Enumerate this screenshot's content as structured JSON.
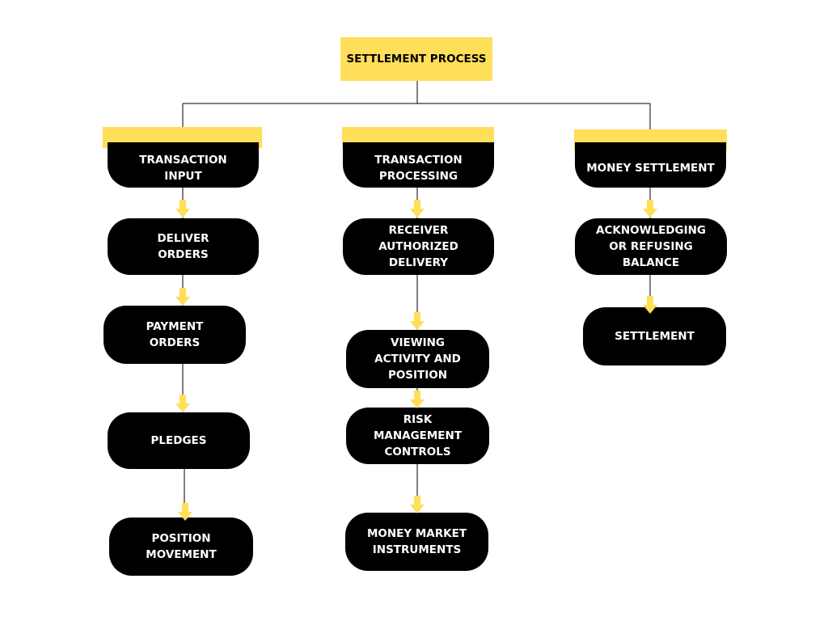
{
  "root": {
    "label": "SETTLEMENT PROCESS"
  },
  "columns": [
    {
      "header": "TRANSACTION INPUT",
      "steps": [
        "DELIVER ORDERS",
        "PAYMENT ORDERS",
        "PLEDGES",
        "POSITION MOVEMENT"
      ]
    },
    {
      "header": "TRANSACTION PROCESSING",
      "steps": [
        "RECEIVER AUTHORIZED DELIVERY",
        "VIEWING ACTIVITY AND POSITION",
        "RISK MANAGEMENT CONTROLS",
        "MONEY MARKET INSTRUMENTS"
      ]
    },
    {
      "header": "MONEY SETTLEMENT",
      "steps": [
        "ACKNOWLEDGING OR REFUSING BALANCE",
        "SETTLEMENT"
      ]
    }
  ],
  "colors": {
    "accent": "#FFDE59",
    "node": "#000000",
    "text": "#ffffff",
    "line": "#000000"
  }
}
